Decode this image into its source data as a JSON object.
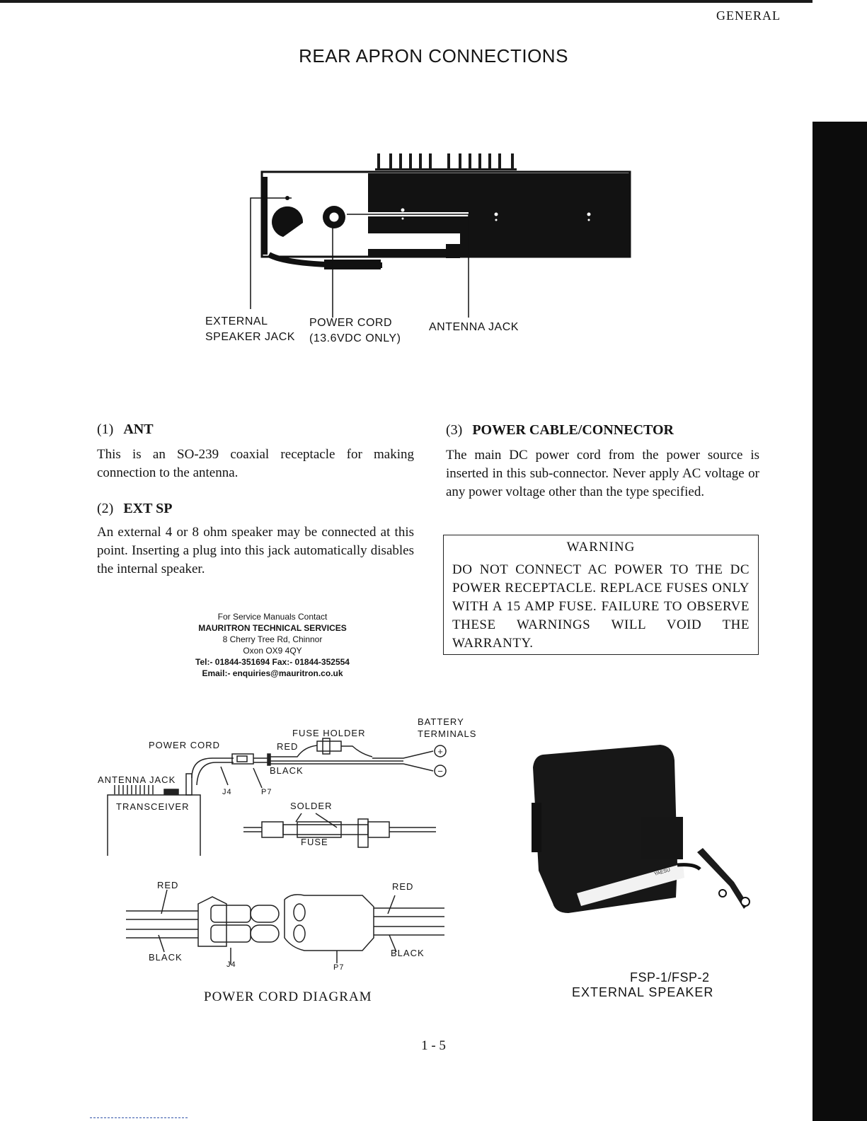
{
  "header": {
    "section": "GENERAL"
  },
  "title": "REAR APRON CONNECTIONS",
  "rear_diagram": {
    "callouts": {
      "ext_speaker_line1": "EXTERNAL",
      "ext_speaker_line2": "SPEAKER JACK",
      "power_cord_line1": "POWER CORD",
      "power_cord_line2": "(13.6VDC ONLY)",
      "antenna_jack": "ANTENNA JACK"
    }
  },
  "sections": {
    "ant": {
      "number": "(1)",
      "heading": "ANT",
      "body": "This is an SO-239 coaxial receptacle for making connection to the antenna."
    },
    "ext_sp": {
      "number": "(2)",
      "heading": "EXT SP",
      "body": "An external 4 or 8 ohm speaker may be connected at this point. Inserting a plug into this jack automatically disables the internal speaker."
    },
    "power": {
      "number": "(3)",
      "heading": "POWER CABLE/CONNECTOR",
      "body": "The main DC power cord from the power source is inserted in this sub-connector. Never apply AC voltage or any power voltage other than the type specified."
    }
  },
  "warning": {
    "title": "WARNING",
    "text": "DO NOT CONNECT AC POWER TO THE DC POWER RECEPTACLE. REPLACE FUSES ONLY WITH A 15 AMP FUSE. FAILURE TO OBSERVE THESE WARNINGS WILL VOID THE WARRANTY."
  },
  "contact": {
    "line1": "For Service Manuals Contact",
    "line2": "MAURITRON TECHNICAL SERVICES",
    "line3": "8 Cherry Tree Rd, Chinnor",
    "line4": "Oxon OX9 4QY",
    "line5": "Tel:- 01844-351694 Fax:- 01844-352554",
    "line6": "Email:- enquiries@mauritron.co.uk"
  },
  "power_cord_diagram": {
    "labels": {
      "battery": "BATTERY",
      "terminals": "TERMINALS",
      "fuse_holder": "FUSE HOLDER",
      "power_cord": "POWER CORD",
      "red_top": "RED",
      "black_top": "BLACK",
      "antenna_jack": "ANTENNA JACK",
      "transceiver": "TRANSCEIVER",
      "j4_top": "J4",
      "p7_top": "P7",
      "solder": "SOLDER",
      "fuse": "FUSE",
      "red_left": "RED",
      "red_right": "RED",
      "black_left": "BLACK",
      "black_right": "BLACK",
      "j4_bottom": "J4",
      "p7_bottom": "P7",
      "plus": "+",
      "minus": "−"
    },
    "caption": "POWER CORD DIAGRAM"
  },
  "speaker": {
    "brand": "YAESU",
    "model": "FSP-1/FSP-2",
    "caption": "EXTERNAL SPEAKER"
  },
  "page_number": "1 - 5"
}
